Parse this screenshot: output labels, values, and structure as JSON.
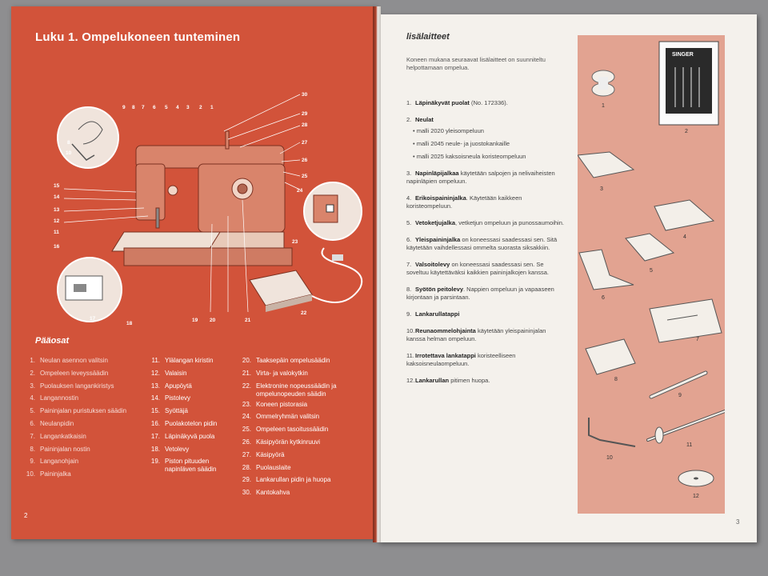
{
  "left_page": {
    "chapter_title": "Luku 1. Ompelukoneen tunteminen",
    "parts_heading": "Pääosat",
    "page_number": "2",
    "callout_numbers": [
      "30",
      "29",
      "28",
      "27",
      "26",
      "25",
      "24",
      "23",
      "22",
      "21",
      "20",
      "19",
      "18",
      "17",
      "16",
      "15",
      "14",
      "13",
      "12",
      "11",
      "10",
      "9",
      "8",
      "7",
      "6",
      "5",
      "4",
      "3",
      "2",
      "1"
    ],
    "parts_col1": [
      {
        "n": "1.",
        "t": "Neulan asennon valitsin"
      },
      {
        "n": "2.",
        "t": "Ompeleen leveyssäädin"
      },
      {
        "n": "3.",
        "t": "Puolauksen langankiristys"
      },
      {
        "n": "4.",
        "t": "Langannostin"
      },
      {
        "n": "5.",
        "t": "Paininjalan puristuksen säädin"
      },
      {
        "n": "6.",
        "t": "Neulanpidin"
      },
      {
        "n": "7.",
        "t": "Langankatkaisin"
      },
      {
        "n": "8.",
        "t": "Paininjalan nostin"
      },
      {
        "n": "9.",
        "t": "Langanohjain"
      },
      {
        "n": "10.",
        "t": "Paininjalka"
      }
    ],
    "parts_col2": [
      {
        "n": "11.",
        "t": "Ylälangan kiristin"
      },
      {
        "n": "12.",
        "t": "Valaisin"
      },
      {
        "n": "13.",
        "t": "Apupöytä"
      },
      {
        "n": "14.",
        "t": "Pistolevy"
      },
      {
        "n": "15.",
        "t": "Syöttäjä"
      },
      {
        "n": "16.",
        "t": "Puolakotelon pidin"
      },
      {
        "n": "17.",
        "t": "Läpinäkyvä puola"
      },
      {
        "n": "18.",
        "t": "Vetolevy"
      },
      {
        "n": "19.",
        "t": "Piston pituuden",
        "t2": "napinläven säädin"
      }
    ],
    "parts_col3": [
      {
        "n": "20.",
        "t": "Taaksepäin ompelusäädin"
      },
      {
        "n": "21.",
        "t": "Virta- ja valokytkin"
      },
      {
        "n": "22.",
        "t": "Elektronine nopeussäädin ja",
        "t2": "ompelunopeuden säädin"
      },
      {
        "n": "23.",
        "t": "Koneen pistorasia"
      },
      {
        "n": "24.",
        "t": "Ommelryhmän valitsin"
      },
      {
        "n": "25.",
        "t": "Ompeleen tasoitussäädin"
      },
      {
        "n": "26.",
        "t": "Käsipyörän kytkinruuvi"
      },
      {
        "n": "27.",
        "t": "Käsipyörä"
      },
      {
        "n": "28.",
        "t": "Puolauslaite"
      },
      {
        "n": "29.",
        "t": "Lankarullan pidin ja huopa"
      },
      {
        "n": "30.",
        "t": "Kantokahva"
      }
    ]
  },
  "right_page": {
    "title": "lisälaitteet",
    "intro": "Koneen mukana seuraavat lisälaitteet on suunniteltu helpottamaan ompelua.",
    "page_number": "3",
    "items": [
      {
        "n": "1.",
        "b": "Läpinäkyvät puolat",
        "t": " (No. 172336)."
      },
      {
        "n": "2.",
        "b": "Neulat",
        "t": "",
        "sub": [
          "malli 2020 yleisompeluun",
          "malli 2045 neule- ja juostokankaille",
          "malli 2025 kaksoisneula koristeompeluun"
        ]
      },
      {
        "n": "3.",
        "b": "Napinläpijalkaa",
        "t": " käytetään salpojen ja nelivaiheisten napinläpien ompeluun."
      },
      {
        "n": "4.",
        "b": "Erikoispaininjalka",
        "t": ". Käytetään kaikkeen koristeompeluun."
      },
      {
        "n": "5.",
        "b": "Vetoketjujalka",
        "t": ", vetketjun ompeluun ja punossaumoihin."
      },
      {
        "n": "6.",
        "b": "Yleispaininjalka",
        "t": " on koneessasi saadessasi sen. Sitä käytetään vaihdellessasi ommelta suorasta siksakkiin."
      },
      {
        "n": "7.",
        "b": "Valsoitolevy",
        "t": " on koneessasi saadessasi sen. Se soveltuu käytettäväksi kaikkien paininjalkojen kanssa."
      },
      {
        "n": "8.",
        "b": "Syötön peitolevy",
        "t": ". Nappien ompeluun ja vapaaseen kirjontaan ja parsintaan."
      },
      {
        "n": "9.",
        "b": "Lankarullatappi",
        "t": ""
      },
      {
        "n": "10.",
        "b": "Reunaommelohjainta",
        "t": " käytetään yleispaininjalan kanssa helman ompeluun."
      },
      {
        "n": "11.",
        "b": "Irrotettava lankatappi",
        "t": " koristeelliseen kaksoisneulaompeluun."
      },
      {
        "n": "12.",
        "b": "Lankarullan",
        "t": " pitimen huopa."
      }
    ],
    "figure_labels": [
      "1",
      "2",
      "3",
      "4",
      "5",
      "6",
      "7",
      "8",
      "9",
      "10",
      "11",
      "12"
    ],
    "needle_brand": "SINGER"
  },
  "colors": {
    "left_bg": "#d2533a",
    "right_bg": "#f4f1ec",
    "panel": "#e2a391",
    "machine": "#d9846b"
  }
}
